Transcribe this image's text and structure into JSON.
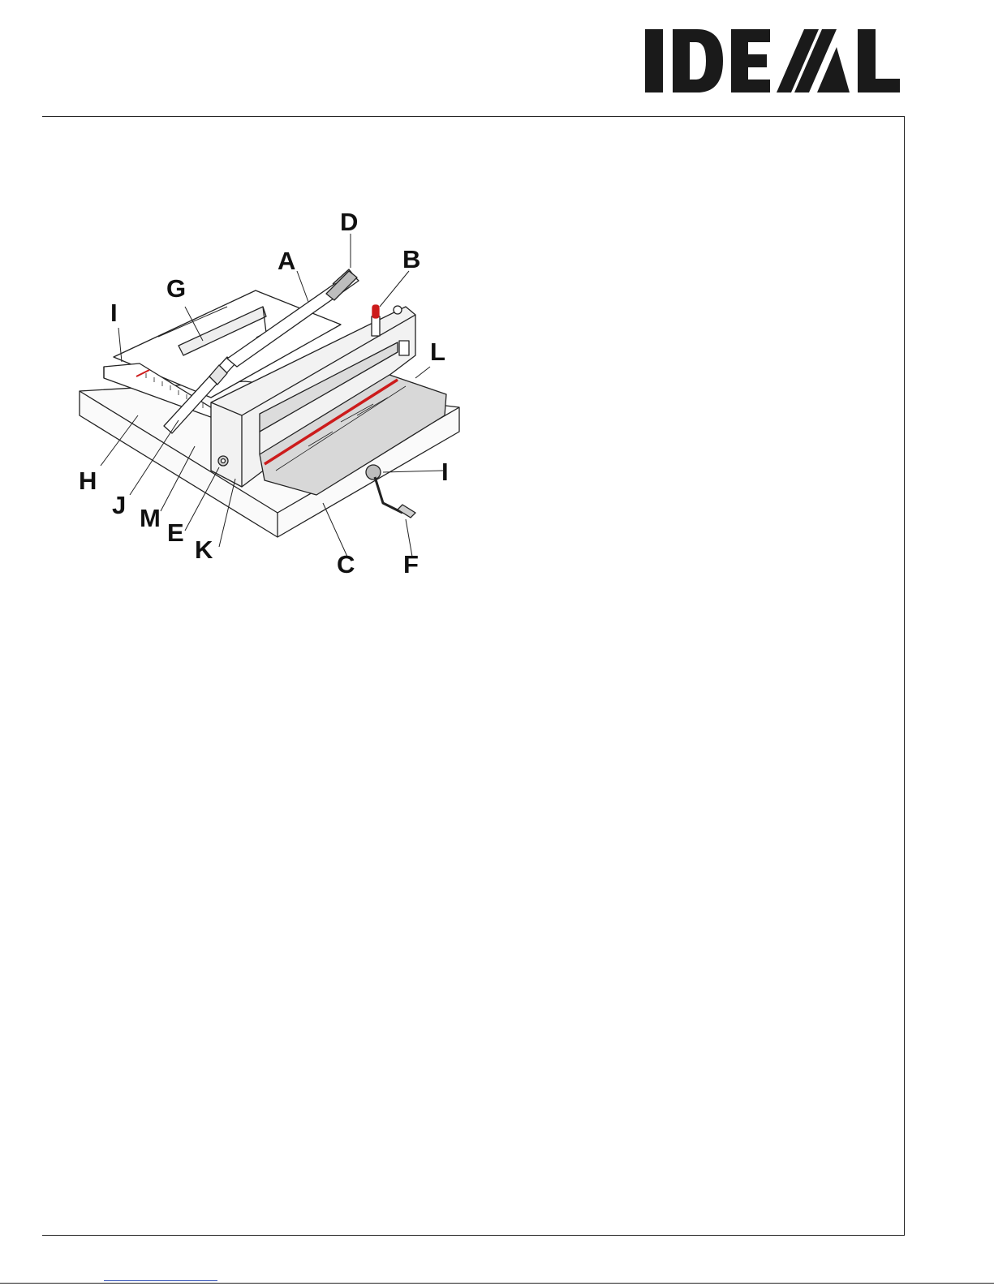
{
  "brand": {
    "logo_text": "IDEAL",
    "logo_color": "#1a1a1a"
  },
  "figure": {
    "accent_color": "#cc1b1b",
    "callouts": [
      {
        "id": "D",
        "label": "D"
      },
      {
        "id": "A",
        "label": "A"
      },
      {
        "id": "B",
        "label": "B"
      },
      {
        "id": "G",
        "label": "G"
      },
      {
        "id": "I_left",
        "label": "I"
      },
      {
        "id": "L",
        "label": "L"
      },
      {
        "id": "I_right",
        "label": "I"
      },
      {
        "id": "H",
        "label": "H"
      },
      {
        "id": "J",
        "label": "J"
      },
      {
        "id": "M",
        "label": "M"
      },
      {
        "id": "E",
        "label": "E"
      },
      {
        "id": "K",
        "label": "K"
      },
      {
        "id": "C",
        "label": "C"
      },
      {
        "id": "F",
        "label": "F"
      }
    ]
  }
}
